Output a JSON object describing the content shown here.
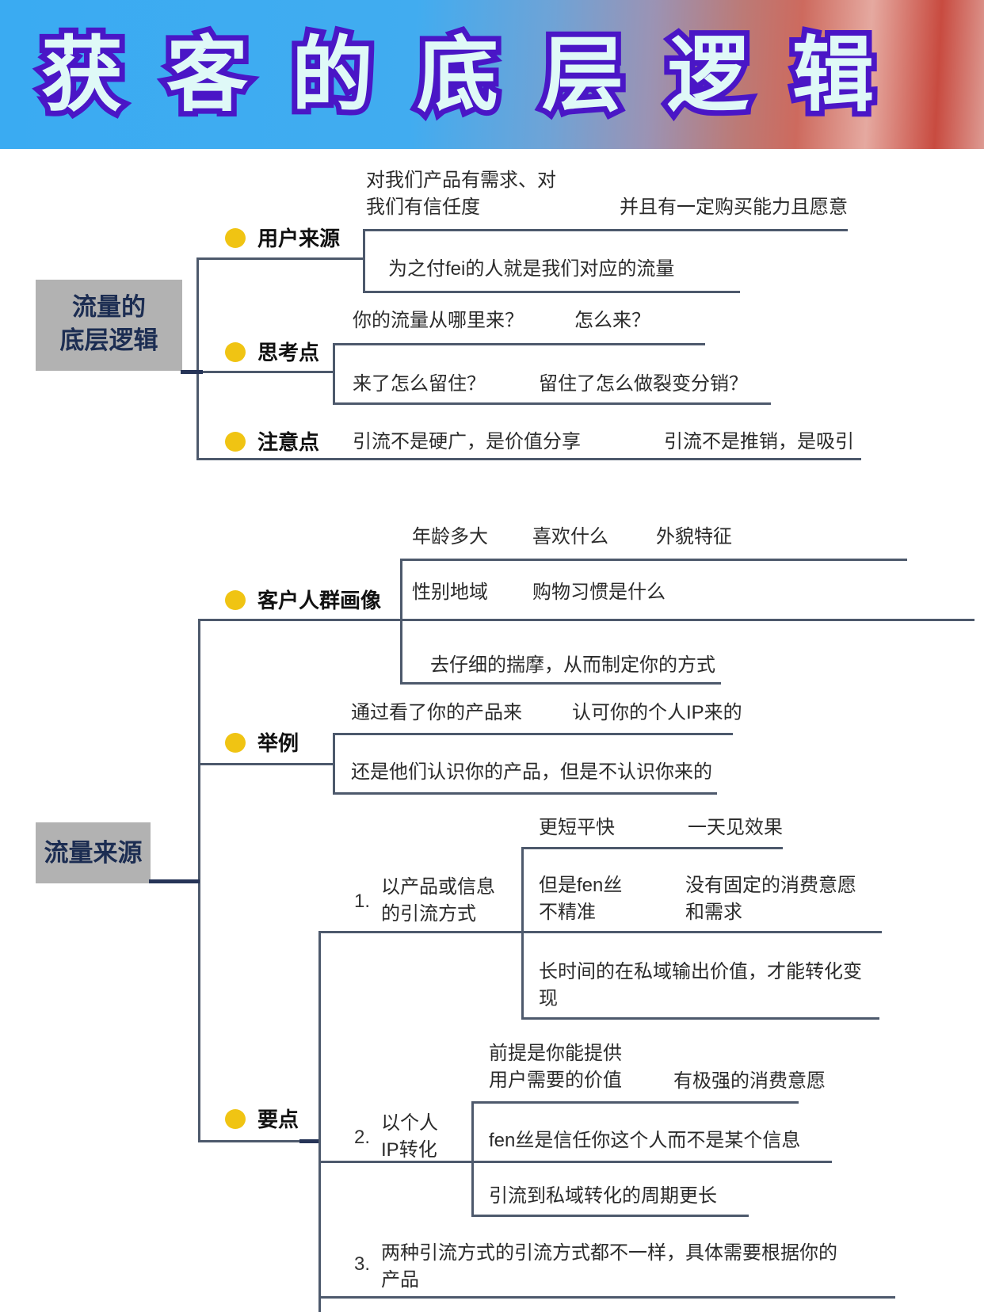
{
  "banner": {
    "title": "获客的底层逻辑"
  },
  "colors": {
    "banner_blue": "#3aabf2",
    "banner_red": "#c84b40",
    "box_gray": "#b2b2b2",
    "box_text": "#1c2d52",
    "dot_yellow": "#f0c413",
    "line": "#4d596c",
    "title_fill": "#dff9f7",
    "title_stroke": "#4a16c6"
  },
  "section1": {
    "root_line1": "流量的",
    "root_line2": "底层逻辑",
    "b1_label": "用户来源",
    "b1_t1": "对我们产品有需求、对我们有信任度",
    "b1_t2": "并且有一定购买能力且愿意",
    "b1_t3": "为之付fei的人就是我们对应的流量",
    "b2_label": "思考点",
    "b2_t1": "你的流量从哪里来？",
    "b2_t2": "怎么来？",
    "b2_t3": "来了怎么留住？",
    "b2_t4": "留住了怎么做裂变分销？",
    "b3_label": "注意点",
    "b3_t1": "引流不是硬广，是价值分享",
    "b3_t2": "引流不是推销，是吸引"
  },
  "section2": {
    "root": "流量来源",
    "b1_label": "客户人群画像",
    "b1_t1": "年龄多大",
    "b1_t2": "喜欢什么",
    "b1_t3": "外貌特征",
    "b1_t4": "性别地域",
    "b1_t5": "购物习惯是什么",
    "b1_t6": "去仔细的揣摩，从而制定你的方式",
    "b2_label": "举例",
    "b2_t1": "通过看了你的产品来",
    "b2_t2": "认可你的个人IP来的",
    "b2_t3": "还是他们认识你的产品，但是不认识你来的",
    "b3_label": "要点",
    "item1_num": "1.",
    "item1_text": "以产品或信息的引流方式",
    "i1_t1": "更短平快",
    "i1_t2": "一天见效果",
    "i1_t3": "但是fen丝不精准",
    "i1_t4": "没有固定的消费意愿和需求",
    "i1_t5": "长时间的在私域输出价值，才能转化变现",
    "item2_num": "2.",
    "item2_text": "以个人IP转化",
    "i2_t1": "前提是你能提供用户需要的价值",
    "i2_t2": "有极强的消费意愿",
    "i2_t3": "fen丝是信任你这个人而不是某个信息",
    "i2_t4": "引流到私域转化的周期更长",
    "item3_num": "3.",
    "item3_text": "两种引流方式的引流方式都不一样，具体需要根据你的产品"
  }
}
